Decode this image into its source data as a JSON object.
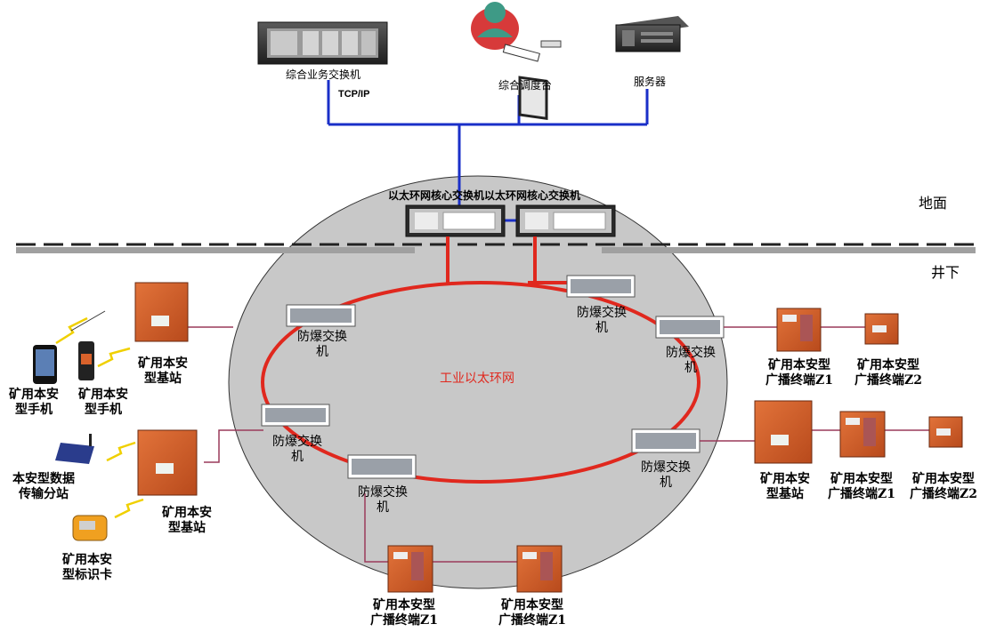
{
  "top": {
    "switch_label": "综合业务交换机",
    "console_label": "综合调度台",
    "server_label": "服务器",
    "protocol_label": "TCP/IP"
  },
  "core": {
    "label": "以太环网核心交换机以太环网核心交换机"
  },
  "zones": {
    "surface": "地面",
    "underground": "井下"
  },
  "ring": {
    "label": "工业以太环网",
    "node_label": "防爆交换\n机"
  },
  "devices": {
    "base_station": "矿用本安\n型基站",
    "phone": "矿用本安\n型手机",
    "data_substation": "本安型数据\n传输分站",
    "id_card": "矿用本安\n型标识卡",
    "broadcast_z1": "矿用本安型\n广播终端Z1",
    "broadcast_z2": "矿用本安型\n广播终端Z2"
  },
  "colors": {
    "ring": "#e0281e",
    "link_blue": "#1a2fc8",
    "ellipse_fill": "#c8c8c8",
    "device_orange": "#d9622b",
    "wire": "#9a3a5a"
  }
}
